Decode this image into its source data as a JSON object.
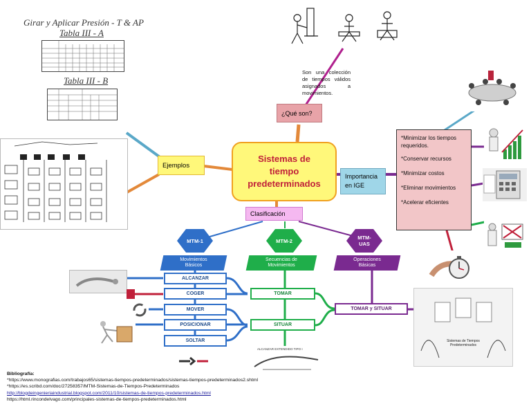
{
  "central": {
    "title": "Sistemas de tiempo predeterminados"
  },
  "tables": {
    "girar_title": "Girar y Aplicar Presión - T & AP",
    "tabla_a_title": "Tabla III - A",
    "tabla_b_title": "Tabla III - B"
  },
  "branches": {
    "que_son": "¿Qué son?",
    "que_son_text": "Son una colección de tiempos válidos asignados a movimientos.",
    "ejemplos": "Ejemplos",
    "clasificacion": "Clasificación",
    "importancia": "Importancia en IGE"
  },
  "importancia_items": [
    "*Minimizar los tiempos requeridos.",
    "*Conservar recursos",
    "*Minimizar costos",
    "*Eliminar movimientos",
    "*Acelerar eficientes"
  ],
  "mtm1": {
    "label": "MTM-1",
    "subtitle": "Movimientos Básicos",
    "steps": [
      "ALCANZAR",
      "COGER",
      "MOVER",
      "POSICIONAR",
      "SOLTAR"
    ]
  },
  "mtm2": {
    "label": "MTM-2",
    "subtitle": "Secuencias de Movimientos",
    "steps": [
      "TOMAR",
      "SITUAR"
    ]
  },
  "mtm_uas": {
    "label": "MTM-UAS",
    "subtitle": "Operaciones Básicas",
    "step": "TOMAR y SITUAR"
  },
  "captions": {
    "hands": "ALCANZAR EXTENDIDO TIPO I",
    "doc": "Sistemas de Tiempos Predeterminados"
  },
  "bibliografia": {
    "title": "Bibliografía:",
    "refs": [
      "*https://www.monografias.com/trabajos65/sistemas-tiempos-predeterminados/sistemas-tiempos-predeterminados2.shtml",
      "*https://es.scribd.com/doc/27258357/MTM-Sistemas-de-Tiempos-Predeterminados",
      "http://blogdeingenieriaindustrial.blogspot.com/2011/10/sistemas-de-tiempos-predeterminados.html",
      "https://html.rincondelvago.com/principales-sistemas-de-tiempos-predeterminados.html"
    ]
  },
  "colors": {
    "central_fill": "#fff87a",
    "central_text": "#c0203a",
    "que_son": "#e8a3a8",
    "ejemplos": "#fff87a",
    "clasificacion": "#f5b8f0",
    "importancia": "#9fd6e8",
    "importancia_list": "#f2c6c8",
    "mtm1": "#2f6fc8",
    "mtm2": "#1fae4a",
    "mtm_uas": "#7a2a90"
  },
  "icons": [
    "workers-illustration-icon",
    "meeting-table-icon",
    "growth-chart-icon",
    "calculator-icon",
    "crossed-chart-icon",
    "stopwatch-icon",
    "hand-reach-icon",
    "rotate-icon",
    "pushing-crate-icon",
    "arrows-icon",
    "hands-icon",
    "document-icon"
  ]
}
